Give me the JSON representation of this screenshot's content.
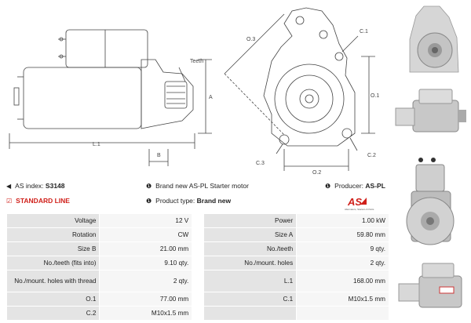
{
  "drawing": {
    "teeth_label": "Teeth",
    "dim_a": "A",
    "dim_b": "B",
    "dim_l1": "L.1",
    "dim_o1": "O.1",
    "dim_o2": "O.2",
    "dim_o3": "O.3",
    "dim_c1": "C.1",
    "dim_c2": "C.2",
    "dim_c3": "C.3"
  },
  "info": {
    "as_index_label": "AS index:",
    "as_index_value": "S3148",
    "standard_line": "STANDARD LINE",
    "description": "Brand new AS-PL Starter motor",
    "product_type_label": "Product type:",
    "product_type_value": "Brand new",
    "producer_label": "Producer:",
    "producer_value": "AS-PL"
  },
  "logo": {
    "text": "AS",
    "tagline": "Alternators, Starters & Parts"
  },
  "specs": {
    "rows": [
      {
        "l1": "Voltage",
        "v1": "12 V",
        "l2": "Power",
        "v2": "1.00 kW"
      },
      {
        "l1": "Rotation",
        "v1": "CW",
        "l2": "Size A",
        "v2": "59.80 mm"
      },
      {
        "l1": "Size B",
        "v1": "21.00 mm",
        "l2": "No./teeth",
        "v2": "9 qty."
      },
      {
        "l1": "No./teeth (fits into)",
        "v1": "9.10 qty.",
        "l2": "No./mount. holes",
        "v2": "2 qty."
      },
      {
        "l1": "No./mount. holes with thread",
        "v1": "2 qty.",
        "l2": "L.1",
        "v2": "168.00 mm"
      },
      {
        "l1": "O.1",
        "v1": "77.00 mm",
        "l2": "C.1",
        "v2": "M10x1.5 mm"
      },
      {
        "l1": "C.2",
        "v1": "M10x1.5 mm",
        "l2": "",
        "v2": ""
      }
    ]
  },
  "colors": {
    "accent_red": "#d0201a",
    "label_bg": "#e4e4e4",
    "value_bg": "#f6f6f6"
  }
}
